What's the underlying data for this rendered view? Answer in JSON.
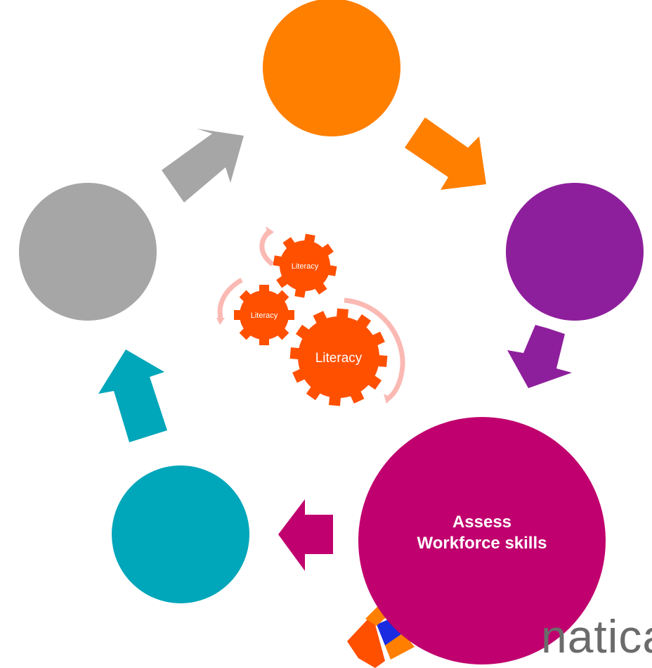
{
  "colors": {
    "orange": "#FF7F00",
    "purple": "#8E1F9C",
    "magenta": "#C0006E",
    "teal": "#00A6BA",
    "gray": "#A6A6A6",
    "gear": "#FF5000",
    "gear_arrow": "#FBB9B3"
  },
  "nodes": [
    {
      "name": "top",
      "color": "orange",
      "label": ""
    },
    {
      "name": "right",
      "color": "purple",
      "label": ""
    },
    {
      "name": "bottom-right",
      "color": "magenta",
      "label_lines": [
        "Assess",
        "Workforce skills"
      ]
    },
    {
      "name": "bottom-left",
      "color": "teal",
      "label": ""
    },
    {
      "name": "left",
      "color": "gray",
      "label": ""
    }
  ],
  "gears": [
    {
      "name": "gear-top",
      "label": "Literacy"
    },
    {
      "name": "gear-left",
      "label": "Literacy"
    },
    {
      "name": "gear-large",
      "label": "Literacy"
    }
  ],
  "logo": {
    "text": "natica",
    "icon": "logo-mark-icon"
  }
}
